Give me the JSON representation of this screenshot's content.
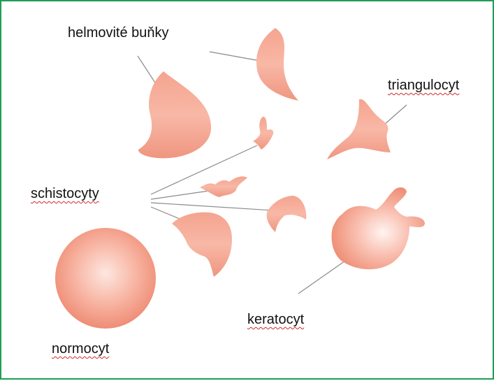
{
  "labels": {
    "helmet_cells": "helmovité buňky",
    "triangulocyte": "triangulocyt",
    "schistocytes": "schistocyty",
    "keratocyte": "keratocyt",
    "normocyte": "normocyt"
  },
  "colors": {
    "frame": "#1f9d57",
    "cell_light": "#fde0d8",
    "cell_mid": "#f7a893",
    "cell_dark": "#ef8f79",
    "leader_line": "#8a8a8a",
    "spellcheck_underline": "#d22a2a"
  }
}
